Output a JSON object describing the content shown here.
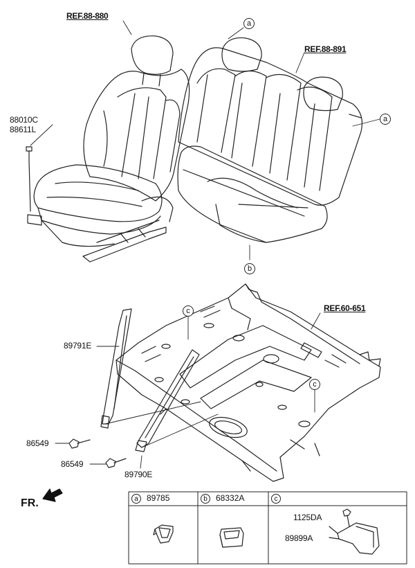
{
  "references": {
    "front_seat": "REF.88-880",
    "rear_seat": "REF.88-891",
    "floor_panel": "REF.60-651"
  },
  "parts": {
    "clip_top_a": "88010C",
    "clip_top_b": "88611L",
    "strap_left": "89791E",
    "strap_right": "89790E",
    "bolt_upper": "86549",
    "bolt_lower": "86549"
  },
  "callouts": {
    "a1": "a",
    "a2": "a",
    "b": "b",
    "c1": "c",
    "c2": "c"
  },
  "direction": "FR.",
  "legend": {
    "a": {
      "letter": "a",
      "part": "89785"
    },
    "b": {
      "letter": "b",
      "part": "68332A"
    },
    "c": {
      "letter": "c",
      "part_top": "1125DA",
      "part_bottom": "89899A"
    }
  }
}
